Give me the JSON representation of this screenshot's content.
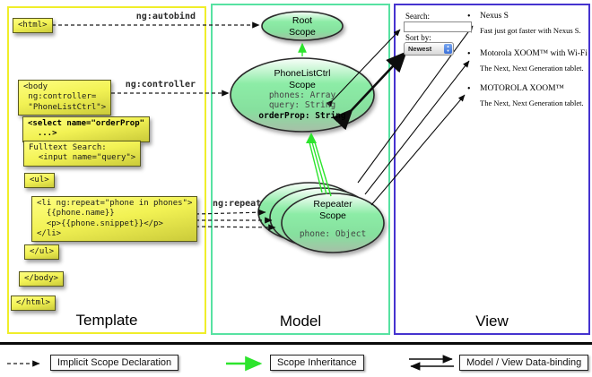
{
  "sections": {
    "template": {
      "label": "Template"
    },
    "model": {
      "label": "Model"
    },
    "view": {
      "label": "View"
    }
  },
  "template_code": {
    "html_open": "<html>",
    "body_open": "<body\n ng:controller=\n \"PhoneListCtrl\">",
    "select": "<select name=\"orderProp\"\n  ...>",
    "fulltext": "Fulltext Search:\n  <input name=\"query\">",
    "ul_open": "<ul>",
    "li_repeat": "<li ng:repeat=\"phone in phones\">\n  {{phone.name}}\n  <p>{{phone.snippet}}</p>\n</li>",
    "ul_close": "</ul>",
    "body_close": "</body>",
    "html_close": "</html>"
  },
  "arrow_labels": {
    "autobind": "ng:autobind",
    "controller": "ng:controller",
    "repeat": "ng:repeat"
  },
  "scopes": {
    "root": {
      "title": "Root\nScope"
    },
    "phone_list": {
      "title": "PhoneListCtrl\nScope",
      "props": "phones: Array\nquery: String",
      "bold_prop": "orderProp: String"
    },
    "repeater": {
      "title": "Repeater\nScope",
      "prop": "phone: Object"
    }
  },
  "view_panel": {
    "search_label": "Search:",
    "sort_label": "Sort by:",
    "sort_value": "Newest",
    "items": [
      {
        "name": "Nexus S",
        "snippet": "Fast just got faster with Nexus S."
      },
      {
        "name": "Motorola XOOM™ with Wi-Fi",
        "snippet": "The Next, Next Generation tablet."
      },
      {
        "name": "MOTOROLA XOOM™",
        "snippet": "The Next, Next Generation tablet."
      }
    ]
  },
  "legend": {
    "implicit": "Implicit Scope Declaration",
    "inheritance": "Scope Inheritance",
    "binding": "Model / View Data-binding"
  },
  "icons": {
    "bullet": "•",
    "stepper_up": "▲",
    "stepper_down": "▼"
  },
  "colors": {
    "template_border": "#f0ee2a",
    "model_border": "#57e2a2",
    "view_border": "#4533cf",
    "green_arrow": "#2de42d",
    "box_yellow_top": "#fefe80",
    "box_yellow_bottom": "#cbcb3a"
  }
}
